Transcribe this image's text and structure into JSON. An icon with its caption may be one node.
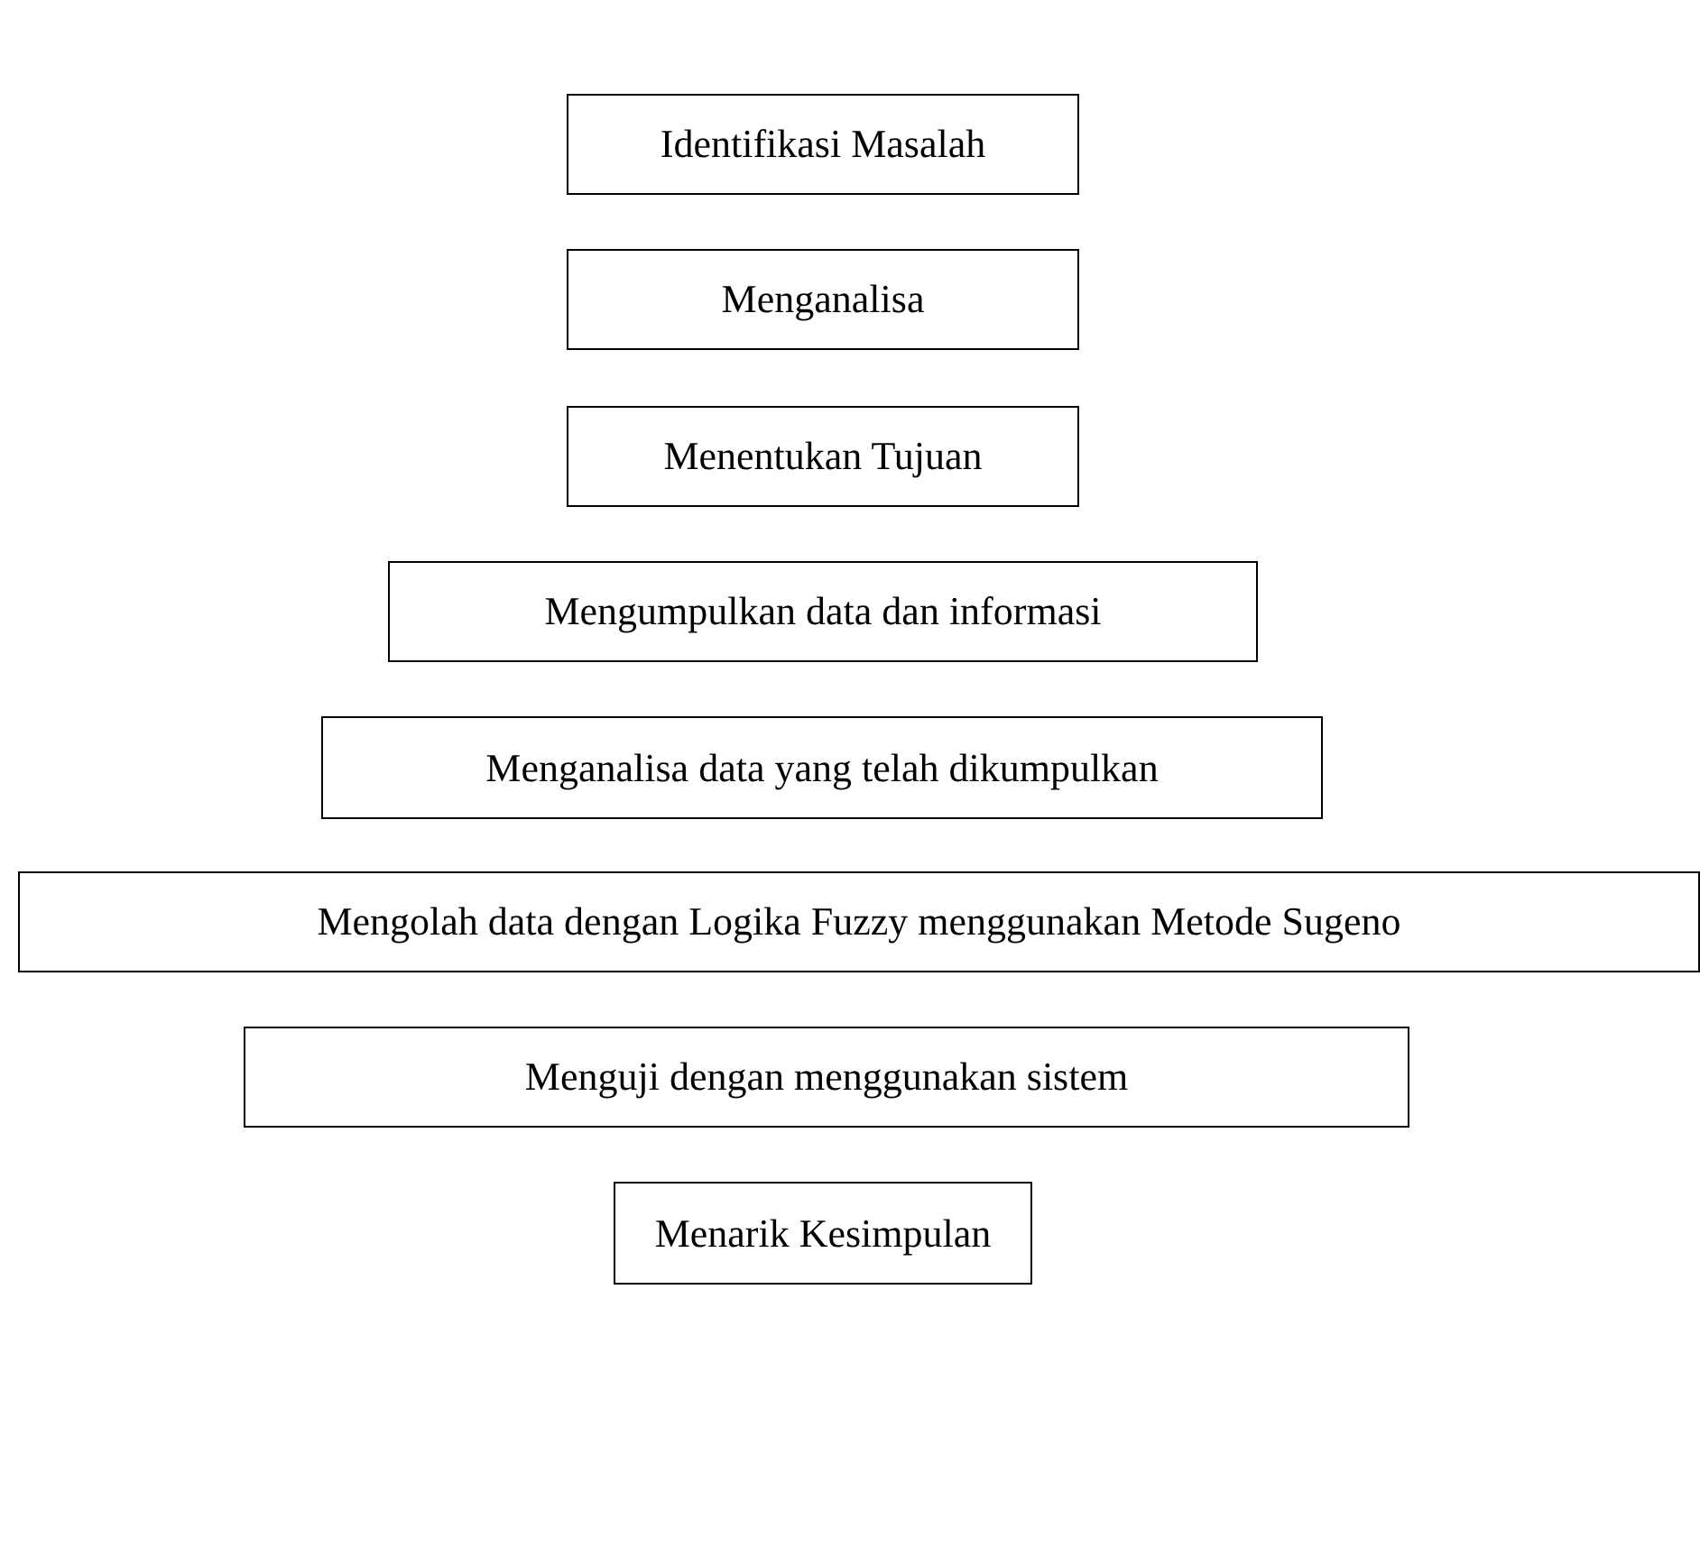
{
  "diagram": {
    "nodes": [
      {
        "text": [
          "Identifikasi Masalah"
        ]
      },
      {
        "text": [
          "Menganalisa"
        ]
      },
      {
        "text": [
          "Menentukan Tujuan"
        ]
      },
      {
        "text": [
          "Mengumpulkan data dan informasi"
        ]
      },
      {
        "text": [
          "Menganalisa data yang telah dikumpulkan"
        ]
      },
      {
        "text": [
          "Mengolah data dengan Logika Fuzzy menggunakan Metode Sugeno"
        ]
      },
      {
        "text": [
          "Menguji dengan menggunakan sistem"
        ]
      },
      {
        "text": [
          "Menarik Kesimpulan"
        ]
      }
    ]
  }
}
